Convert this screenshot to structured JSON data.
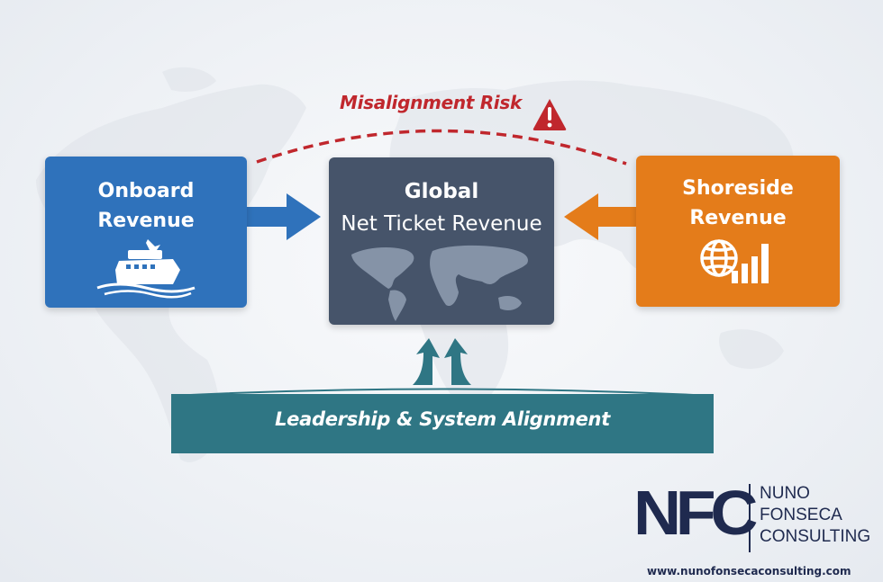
{
  "diagram": {
    "boxes": {
      "onboard": {
        "line1": "Onboard",
        "line2": "Revenue",
        "icon": "cruise-ship-icon",
        "color": "#2f72bb"
      },
      "global": {
        "line1": "Global",
        "line2": "Net Ticket Revenue",
        "icon": "world-map-icon",
        "color": "#46546a"
      },
      "shoreside": {
        "line1": "Shoreside",
        "line2": "Revenue",
        "icon": "globe-bar-chart-icon",
        "color": "#e47c1a"
      }
    },
    "risk": {
      "label": "Misalignment Risk",
      "icon": "warning-triangle-icon",
      "color": "#c0272d"
    },
    "foundation": {
      "label": "Leadership & System Alignment",
      "color": "#2f7684"
    },
    "arrows": [
      {
        "from": "onboard",
        "to": "global",
        "color": "#2f72bb"
      },
      {
        "from": "shoreside",
        "to": "global",
        "color": "#e47c1a"
      },
      {
        "from": "foundation",
        "to": "global",
        "color": "#2f7684"
      }
    ]
  },
  "branding": {
    "logo_mark": "NFC",
    "name_lines": [
      "NUNO",
      "FONSECA",
      "CONSULTING"
    ],
    "url": "www.nunofonsecaconsulting.com",
    "color": "#1f2a4f"
  }
}
